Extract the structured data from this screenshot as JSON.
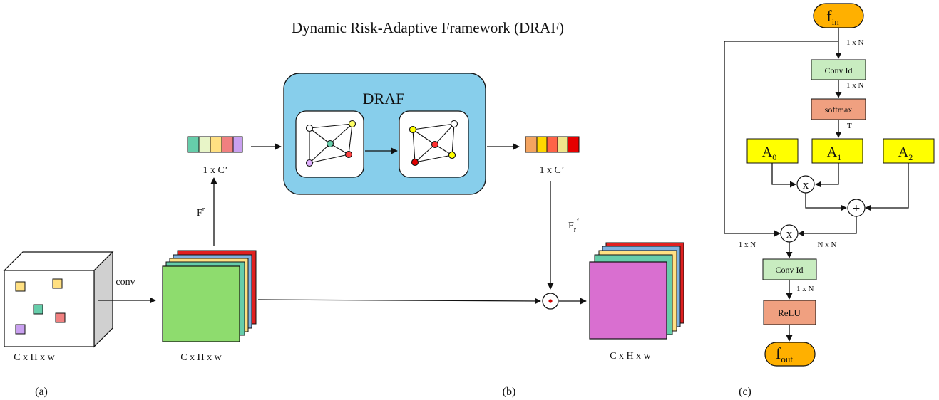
{
  "title": "Dynamic Risk-Adaptive Framework (DRAF)",
  "panel_labels": {
    "a": "(a)",
    "b": "(b)",
    "c": "(c)"
  },
  "panel_a": {
    "input_dims": "C x H x w",
    "conv_label": "conv",
    "feature_dims": "C x H x w",
    "colors": {
      "cube_front": "#ffffff",
      "cube_side": "#d0d0d0",
      "cube_top": "#ffffff",
      "feature_front": "#8edc6e"
    }
  },
  "panel_b": {
    "left_vector_dims": "1 x C’",
    "right_vector_dims": "1 x C’",
    "fr_label": "F",
    "fr_sup": "r",
    "fr_prime_label": "F",
    "fr_prime_sub": "r",
    "fr_prime_mark": "‘",
    "draf_label": "DRAF",
    "output_dims": "C x H x w",
    "colors": {
      "draf_box": "#87ceeb",
      "output_front": "#d96fd0",
      "left_vector": [
        "#66cdaa",
        "#e8f5c8",
        "#ffe082",
        "#f08080",
        "#c9a0f0"
      ],
      "right_vector": [
        "#f4a460",
        "#ffd700",
        "#ff6347",
        "#f0e68c",
        "#e60000"
      ],
      "graph1_nodes": [
        "#ffff66",
        "#66cdaa",
        "#e0b0ff",
        "#ff4040"
      ],
      "graph2_nodes": [
        "#ffff00",
        "#ff3030",
        "#e00000"
      ]
    }
  },
  "panel_c": {
    "f_in": "f",
    "f_in_sub": "in",
    "f_out": "f",
    "f_out_sub": "out",
    "conv1d_top": "Conv Id",
    "conv1d_bottom": "Conv Id",
    "softmax": "softmax",
    "relu": "ReLU",
    "a0": "A",
    "a0_sub": "0",
    "a1": "A",
    "a1_sub": "1",
    "a2": "A",
    "a2_sub": "2",
    "mult_symbol": "x",
    "add_symbol": "+",
    "dim_1xN_a": "1 x N",
    "dim_1xN_b": "1 x N",
    "dim_T": "T",
    "dim_1xN_left": "1 x N",
    "dim_NxN": "N x N",
    "dim_1xN_c": "1 x N",
    "colors": {
      "terminal": "#ffb000",
      "conv": "#c8ecc0",
      "activation": "#f0a080",
      "matrix": "#ffff00",
      "operator_text": "#d00000"
    }
  }
}
